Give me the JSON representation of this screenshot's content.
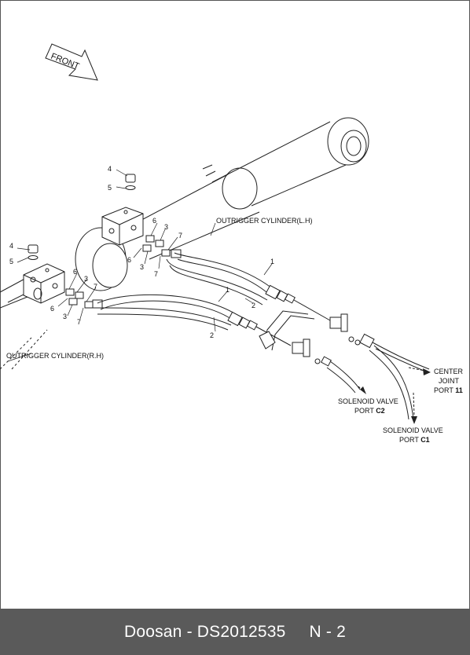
{
  "diagram": {
    "front_arrow_label": "FRONT",
    "labels": {
      "cyl_lh": "OUTRIGGER CYLINDER(L.H)",
      "cyl_rh": "OUTRIGGER CYLINDER(R.H)",
      "center_1": "CENTER",
      "center_2": "JOINT",
      "center_3_prefix": "PORT ",
      "center_3_bold": "11",
      "sol_c2_1": "SOLENOID VALVE",
      "sol_c2_2_prefix": "PORT ",
      "sol_c2_2_bold": "C2",
      "sol_c1_1": "SOLENOID VALVE",
      "sol_c1_2_prefix": "PORT ",
      "sol_c1_2_bold": "C1"
    },
    "callouts": {
      "c4a": "4",
      "c5a": "5",
      "c6a": "6",
      "c3a": "3",
      "c7a": "7",
      "c6b": "6",
      "c3b": "3",
      "c7b": "7",
      "c1a": "1",
      "c2a": "2",
      "c1b": "1",
      "c2b": "2",
      "c4b": "4",
      "c5b": "5",
      "c6c": "6",
      "c3c": "3",
      "c7c": "7",
      "c6d": "6",
      "c3d": "3",
      "c7d": "7"
    }
  },
  "footer": {
    "brand_part": "Doosan - DS2012535",
    "page": "N - 2"
  }
}
